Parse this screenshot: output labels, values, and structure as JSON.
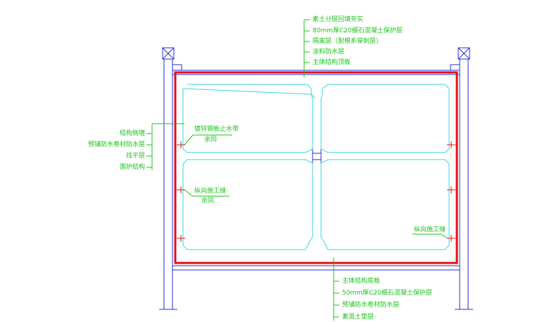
{
  "colors": {
    "structure": "#2a2ad8",
    "waterproof_line": "#e01010",
    "inner_outline": "#39d7d7",
    "annotation": "#18c418",
    "background": "#ffffff"
  },
  "top_annotations": [
    "素土分层回填夯实",
    "80mm厚C20细石混凝土保护层",
    "隔离层（耐根系穿刺层）",
    "涂料防水层",
    "主体结构顶板"
  ],
  "left_annotations": [
    "结构侧墙",
    "预铺防水卷材防水层",
    "找平层",
    "围护结构"
  ],
  "bottom_annotations": [
    "主体结构底板",
    "50mm厚C20细石混凝土保护层",
    "预铺防水卷材防水层",
    "素混土垫层"
  ],
  "inner_labels": {
    "waterstop": "镀锌钢板止水带",
    "waterstop_sub": "余同",
    "joint_left": "纵向施工缝",
    "joint_left_sub": "余同",
    "joint_right": "纵向施工缝"
  }
}
